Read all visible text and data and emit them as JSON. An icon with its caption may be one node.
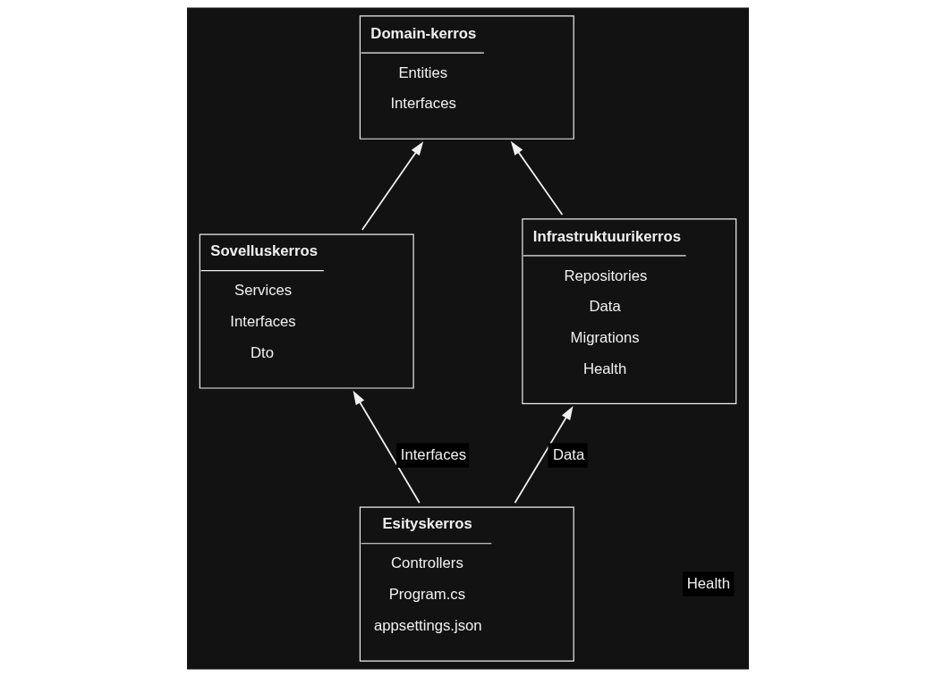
{
  "diagram": {
    "nodes": [
      {
        "text": [
          "Domain-kerros",
          "Entities",
          "Interfaces"
        ]
      },
      {
        "text": [
          "Sovelluskerros",
          "Services",
          "Interfaces",
          "Dto"
        ]
      },
      {
        "text": [
          "Infrastruktuurikerros",
          "Repositories",
          "Data",
          "Migrations",
          "Health"
        ]
      },
      {
        "text": [
          "Esityskerros",
          "Controllers",
          "Program.cs",
          "appsettings.json"
        ]
      }
    ],
    "edges": [
      {
        "from": 1,
        "to": 0,
        "arrow": "to"
      },
      {
        "from": 2,
        "to": 0,
        "arrow": "to"
      },
      {
        "from": 3,
        "to": 1,
        "arrow": "to",
        "label": "Interfaces"
      },
      {
        "from": 3,
        "to": 2,
        "arrow": "to",
        "label": "Data"
      }
    ],
    "labels": [
      "Health"
    ]
  }
}
